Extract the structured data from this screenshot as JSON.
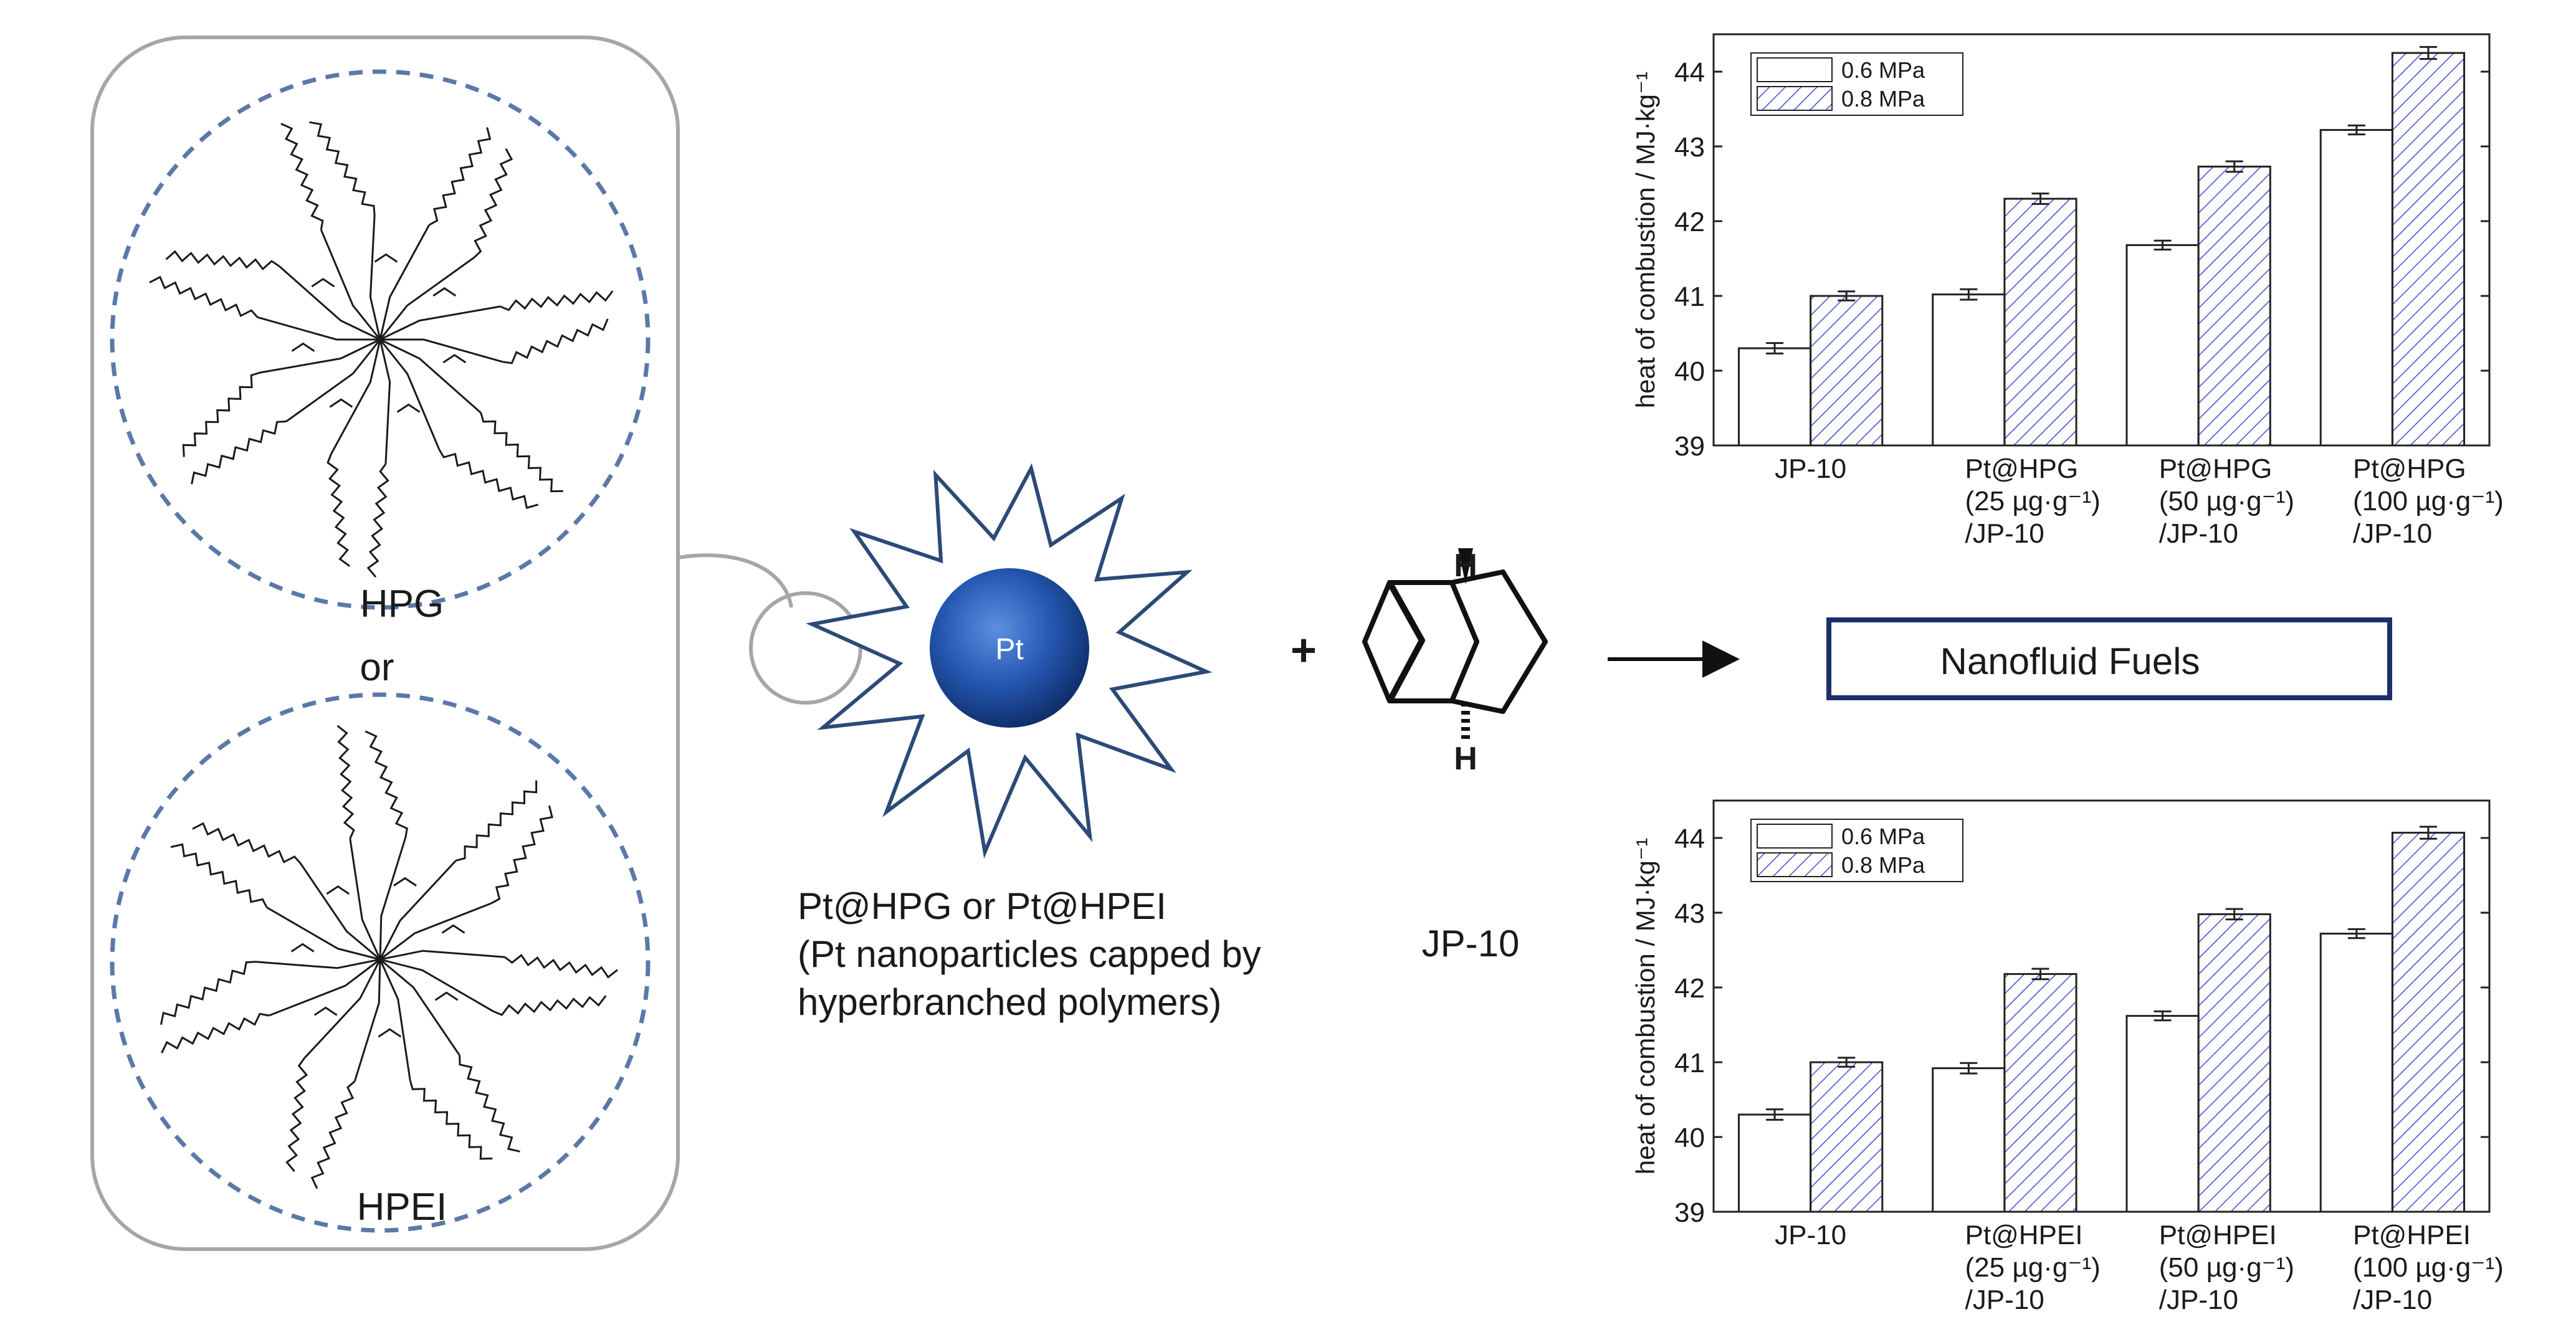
{
  "polymers": {
    "hpg_label": "HPG",
    "or_label": "or",
    "hpei_label": "HPEI"
  },
  "particle": {
    "core_label": "Pt",
    "caption_line1": "Pt@HPG or Pt@HPEI",
    "caption_line2": "(Pt nanoparticles capped by",
    "caption_line3": "hyperbranched polymers)"
  },
  "fuel": {
    "plus_sign": "+",
    "molecule_label": "JP-10",
    "h_top": "H",
    "h_bottom": "H"
  },
  "product": {
    "box_label": "Nanofluid Fuels"
  },
  "colors": {
    "dash_circle": "#5b78a8",
    "pt_core": "#1f4f9e",
    "star_edge": "#2c4a78",
    "hatch": "#3a4fd0",
    "box_border": "#1d2f6b"
  },
  "chart_data": [
    {
      "type": "bar",
      "title": "",
      "xlabel": "",
      "ylabel": "heat of combustion / MJ·kg⁻¹",
      "ylim": [
        39,
        44.5
      ],
      "yticks": [
        "39",
        "40",
        "41",
        "42",
        "43",
        "44"
      ],
      "categories": [
        [
          "JP-10"
        ],
        [
          "Pt@HPG",
          "(25 µg·g⁻¹)",
          "/JP-10"
        ],
        [
          "Pt@HPG",
          "(50 µg·g⁻¹)",
          "/JP-10"
        ],
        [
          "Pt@HPG",
          "(100 µg·g⁻¹)",
          "/JP-10"
        ]
      ],
      "legend_position": "top-left",
      "series": [
        {
          "name": "0.6 MPa",
          "values": [
            40.3,
            41.02,
            41.68,
            43.22
          ],
          "errors": [
            0.07,
            0.07,
            0.06,
            0.06
          ]
        },
        {
          "name": "0.8 MPa",
          "values": [
            41.0,
            42.3,
            42.73,
            44.25
          ],
          "errors": [
            0.06,
            0.07,
            0.07,
            0.08
          ]
        }
      ]
    },
    {
      "type": "bar",
      "title": "",
      "xlabel": "",
      "ylabel": "heat of combustion / MJ·kg⁻¹",
      "ylim": [
        39,
        44.5
      ],
      "yticks": [
        "39",
        "40",
        "41",
        "42",
        "43",
        "44"
      ],
      "categories": [
        [
          "JP-10"
        ],
        [
          "Pt@HPEI",
          "(25 µg·g⁻¹)",
          "/JP-10"
        ],
        [
          "Pt@HPEI",
          "(50 µg·g⁻¹)",
          "/JP-10"
        ],
        [
          "Pt@HPEI",
          "(100 µg·g⁻¹)",
          "/JP-10"
        ]
      ],
      "legend_position": "top-left",
      "series": [
        {
          "name": "0.6 MPa",
          "values": [
            40.3,
            40.92,
            41.62,
            42.72
          ],
          "errors": [
            0.07,
            0.07,
            0.06,
            0.06
          ]
        },
        {
          "name": "0.8 MPa",
          "values": [
            41.0,
            42.18,
            42.98,
            44.07
          ],
          "errors": [
            0.06,
            0.07,
            0.07,
            0.08
          ]
        }
      ]
    }
  ]
}
